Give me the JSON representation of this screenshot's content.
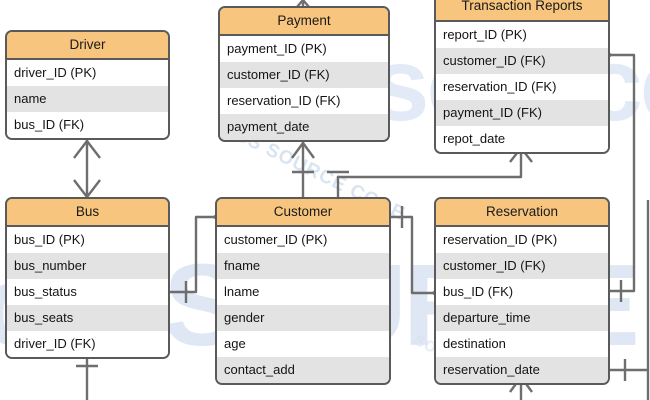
{
  "diagram": {
    "type": "entity-relationship-diagram",
    "notation": "crow's-foot",
    "colors": {
      "header_fill": "#f7c57d",
      "border": "#5a5a5a",
      "row_alt_fill": "#e3e3e3",
      "row_fill": "#ffffff",
      "connector": "#6e6e6e",
      "watermark": "#d3e0f0",
      "background": "#ffffff"
    },
    "watermarks": [
      {
        "text": "cssSOURCE",
        "id": "wm-big"
      },
      {
        "text": "cssource",
        "id": "wm-mid"
      },
      {
        "text": "CSS SOURCE CODE",
        "id": "wm-diag"
      },
      {
        "text": "source",
        "id": "wm-small"
      }
    ],
    "entities": [
      {
        "name": "Driver",
        "id": "driver",
        "attributes": [
          "driver_ID (PK)",
          "name",
          "bus_ID (FK)"
        ]
      },
      {
        "name": "Payment",
        "id": "payment",
        "attributes": [
          "payment_ID (PK)",
          "customer_ID (FK)",
          "reservation_ID (FK)",
          "payment_date"
        ]
      },
      {
        "name": "Transaction Reports",
        "id": "transaction",
        "attributes": [
          "report_ID (PK)",
          "customer_ID (FK)",
          "reservation_ID (FK)",
          "payment_ID (FK)",
          "repot_date"
        ]
      },
      {
        "name": "Bus",
        "id": "bus",
        "attributes": [
          "bus_ID (PK)",
          "bus_number",
          "bus_status",
          "bus_seats",
          "driver_ID (FK)"
        ]
      },
      {
        "name": "Customer",
        "id": "customer",
        "attributes": [
          "customer_ID (PK)",
          "fname",
          "lname",
          "gender",
          "age",
          "contact_add"
        ]
      },
      {
        "name": "Reservation",
        "id": "reservation",
        "attributes": [
          "reservation_ID (PK)",
          "customer_ID (FK)",
          "bus_ID (FK)",
          "departure_time",
          "destination",
          "reservation_date"
        ]
      }
    ],
    "relationships": [
      {
        "from": "Driver",
        "to": "Bus",
        "from_end": "many",
        "to_end": "many"
      },
      {
        "from": "Payment",
        "to": "Transaction Reports",
        "from_end": "many",
        "to_end": "many"
      },
      {
        "from": "Payment",
        "to": "Customer",
        "from_end": "many",
        "to_end": "one"
      },
      {
        "from": "Transaction Reports",
        "to": "Customer",
        "from_end": "many",
        "to_end": "one"
      },
      {
        "from": "Bus",
        "to": "Customer",
        "from_end": "one",
        "to_end": "many"
      },
      {
        "from": "Bus",
        "to": "Reservation",
        "from_end": "one",
        "to_end": "many"
      },
      {
        "from": "Customer",
        "to": "Reservation",
        "from_end": "one",
        "to_end": "many"
      },
      {
        "from": "Transaction Reports",
        "to": "Reservation",
        "from_end": "many",
        "to_end": "one"
      },
      {
        "from": "Reservation",
        "to": "Payment",
        "from_end": "many",
        "to_end": "one"
      }
    ]
  }
}
